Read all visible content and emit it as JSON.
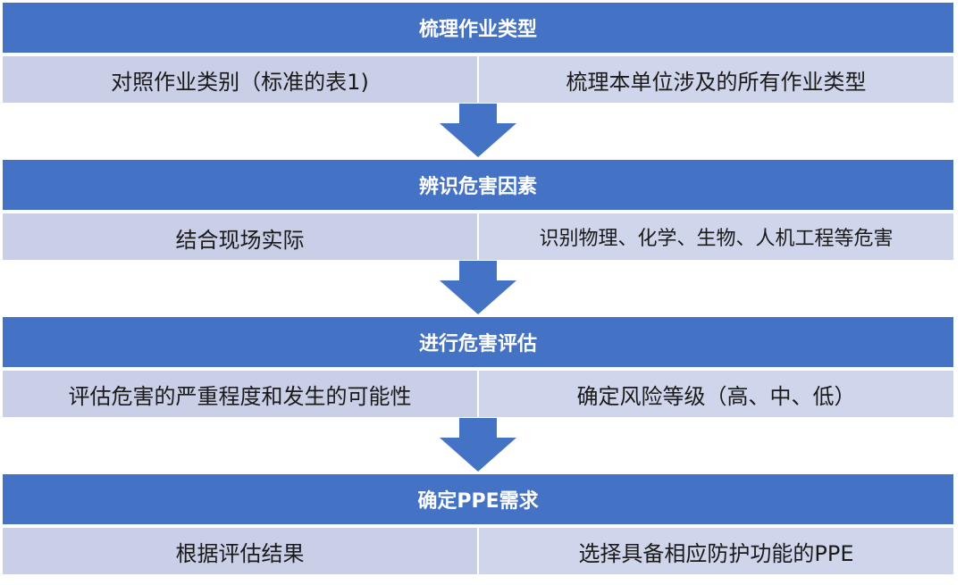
{
  "steps": [
    {
      "title": "梳理作业类型",
      "left": "对照作业类别（标准的表1)",
      "right": "梳理本单位涉及的所有作业类型"
    },
    {
      "title": "辨识危害因素",
      "left": "结合现场实际",
      "right": "识别物理、化学、生物、人机工程等危害"
    },
    {
      "title": "进行危害评估",
      "left": "评估危害的严重程度和发生的可能性",
      "right": "确定风险等级（高、中、低）"
    },
    {
      "title": "确定PPE需求",
      "left": "根据评估结果",
      "right": "选择具备相应防护功能的PPE"
    }
  ],
  "colors": {
    "header": "#4472c4",
    "row_left": "#c9cfe7",
    "row_right": "#cfd5ea",
    "arrow": "#4472c4",
    "header_text": "#ffffff",
    "cell_text": "#1a1a1a"
  }
}
